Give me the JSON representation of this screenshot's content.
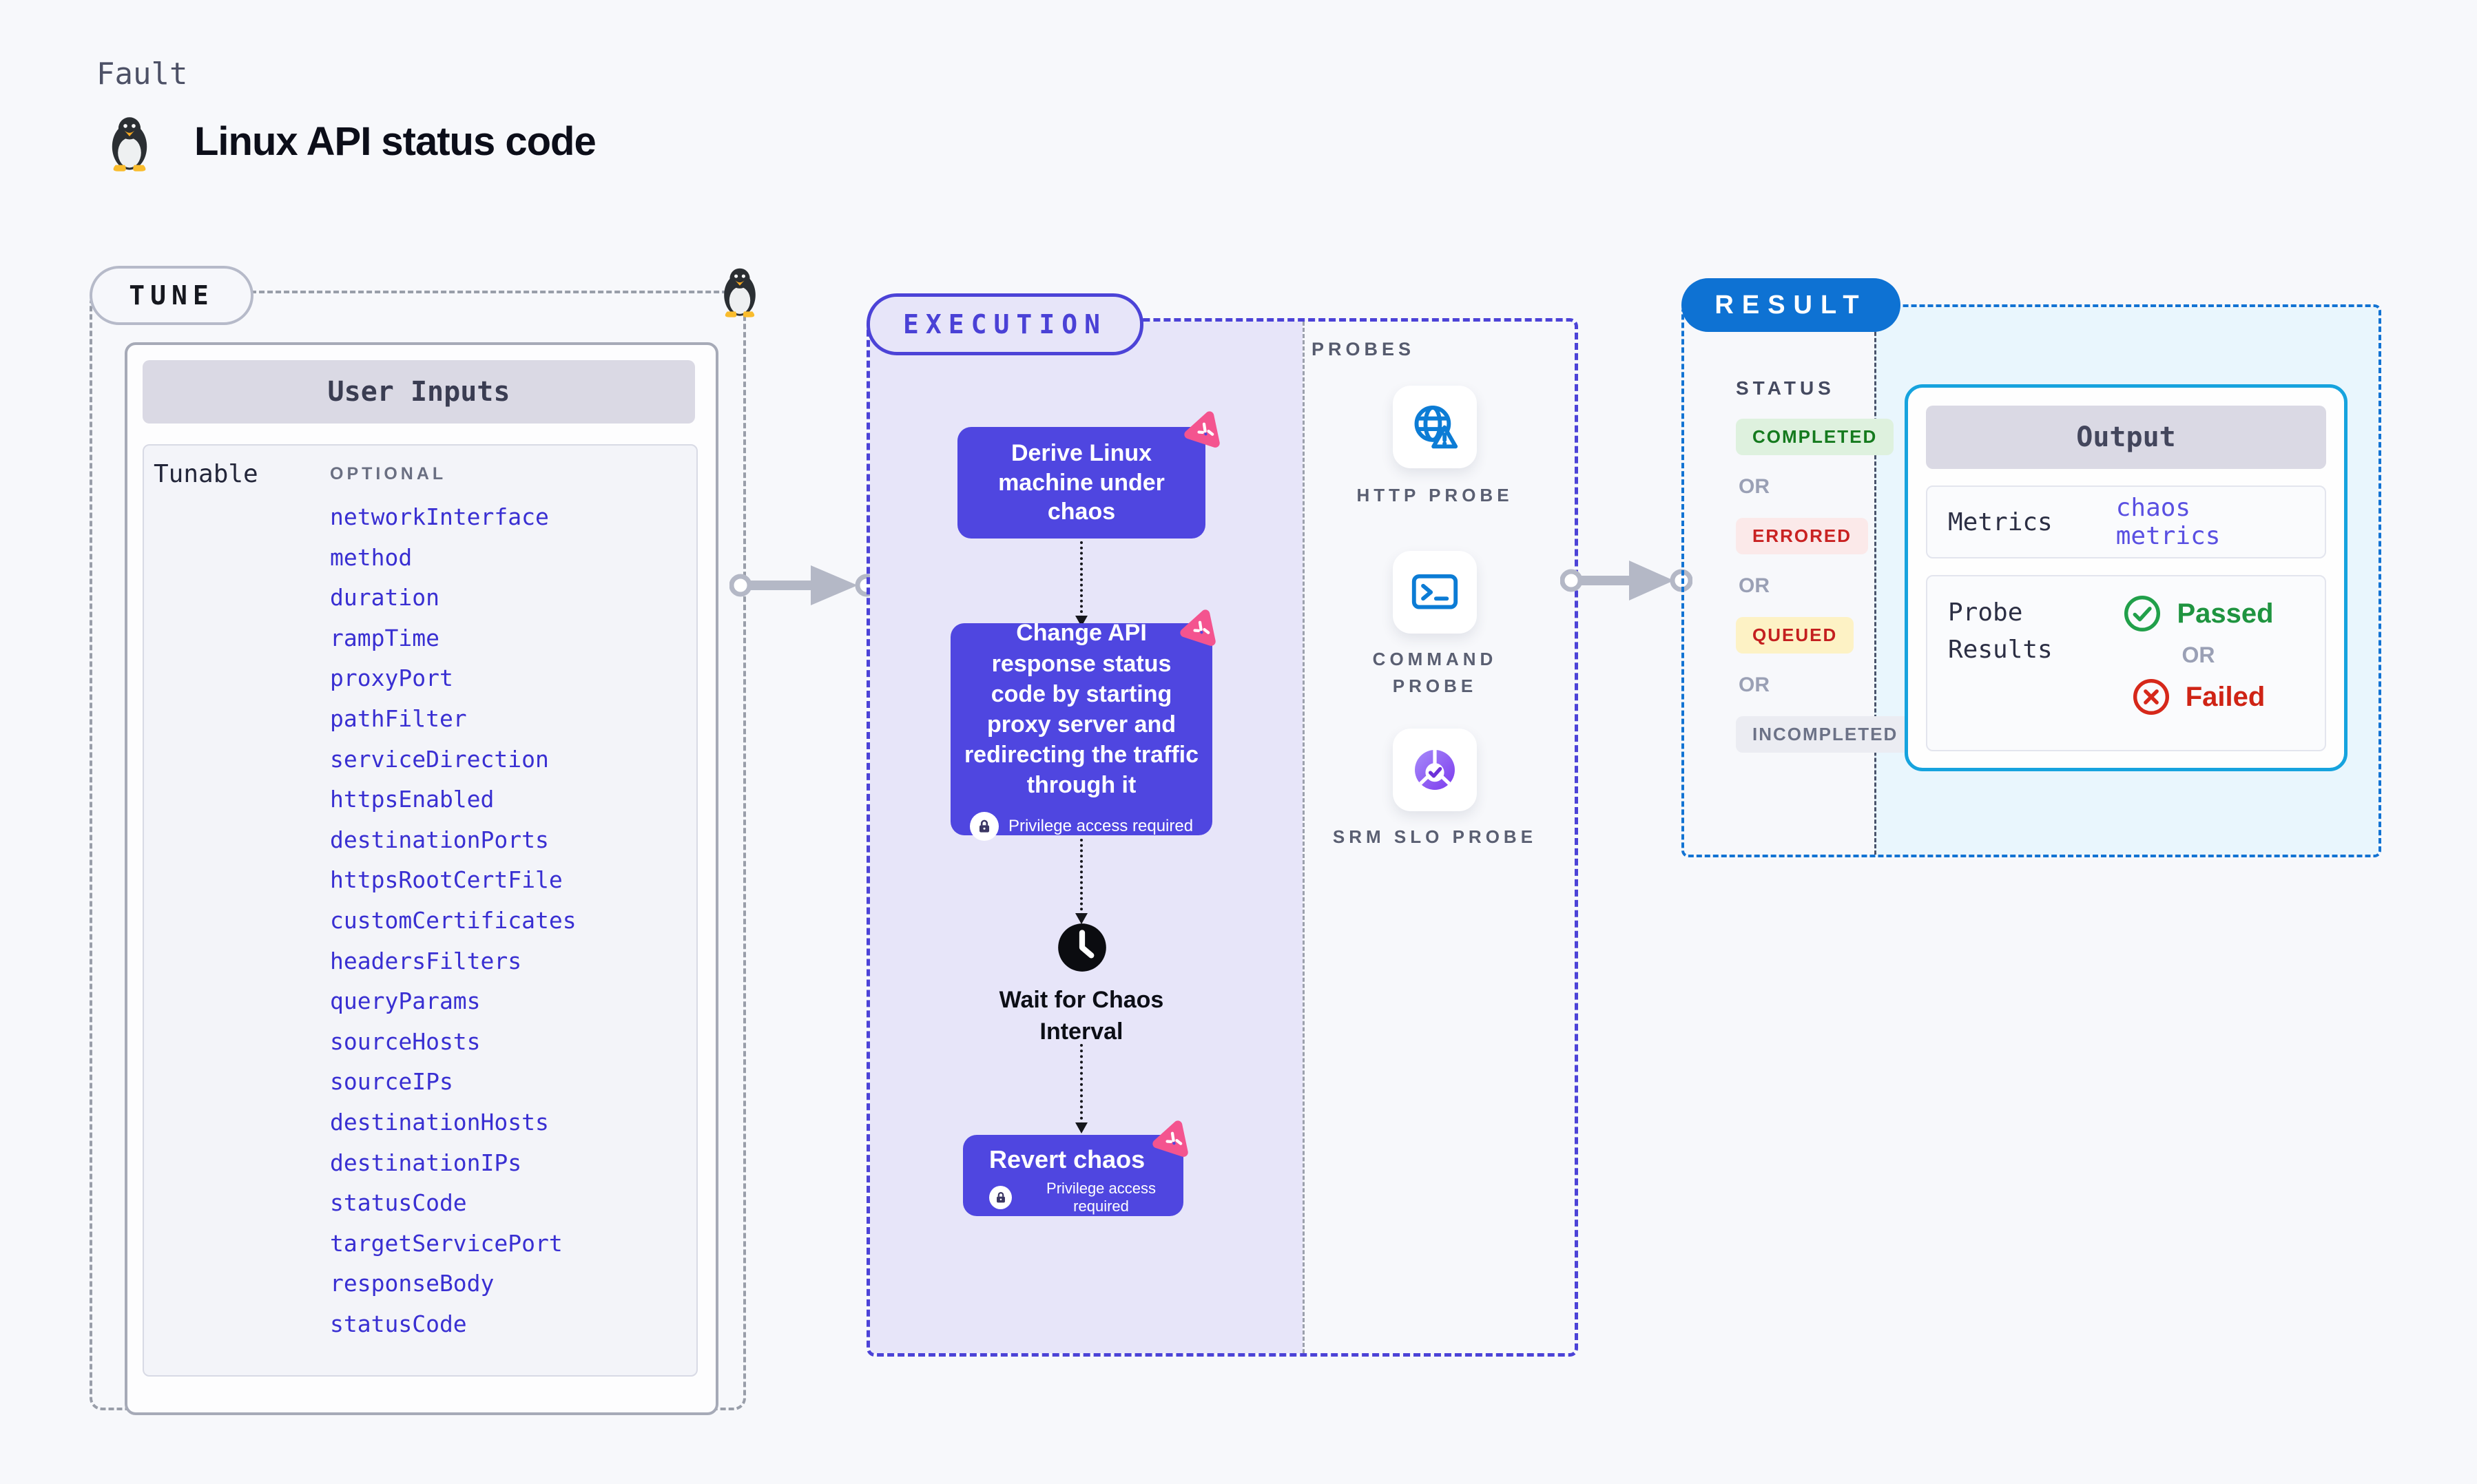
{
  "header": {
    "eyebrow": "Fault",
    "title": "Linux API status code"
  },
  "tune": {
    "pill_label": "TUNE",
    "card_title": "User Inputs",
    "row_label": "Tunable",
    "row_tag": "OPTIONAL",
    "tunables": [
      "networkInterface",
      "method",
      "duration",
      "rampTime",
      "proxyPort",
      "pathFilter",
      "serviceDirection",
      "httpsEnabled",
      "destinationPorts",
      "httpsRootCertFile",
      "customCertificates",
      "headersFilters",
      "queryParams",
      "sourceHosts",
      "sourceIPs",
      "destinationHosts",
      "destinationIPs",
      "statusCode",
      "targetServicePort",
      "responseBody",
      "statusCode"
    ]
  },
  "execution": {
    "pill_label": "EXECUTION",
    "step1": "Derive Linux machine under chaos",
    "step2": "Change API response status code by starting proxy server and redirecting the traffic through it",
    "privilege_note": "Privilege access required",
    "wait_label": "Wait for Chaos Interval",
    "revert_label": "Revert chaos"
  },
  "probes": {
    "section_label": "PROBES",
    "items": [
      {
        "label": "HTTP PROBE",
        "icon": "globe-warning-icon"
      },
      {
        "label": "COMMAND PROBE",
        "icon": "terminal-icon"
      },
      {
        "label": "SRM SLO PROBE",
        "icon": "slo-donut-check-icon"
      }
    ]
  },
  "result": {
    "pill_label": "RESULT",
    "status_label": "STATUS",
    "or_label": "OR",
    "statuses": [
      "COMPLETED",
      "ERRORED",
      "QUEUED",
      "INCOMPLETED"
    ],
    "output": {
      "title": "Output",
      "metrics_label": "Metrics",
      "metrics_value": "chaos metrics",
      "probe_results_label": "Probe Results",
      "passed_label": "Passed",
      "failed_label": "Failed"
    }
  },
  "colors": {
    "page_bg": "#f7f8fb",
    "accent_indigo": "#4f46e0",
    "execution_border": "#4c43d7",
    "execution_bg": "#e7e5f9",
    "result_blue": "#0e72d3",
    "output_border": "#16a3de",
    "output_bg_tint": "#e9f6fd",
    "tunable_link": "#392fd2",
    "completed_green": "#157a1e",
    "errored_red": "#c92222",
    "queued_yellow_bg": "#fdf2c5",
    "passed_green": "#1f9440",
    "failed_red": "#cf2415",
    "chaos_pink": "#f4548f"
  }
}
